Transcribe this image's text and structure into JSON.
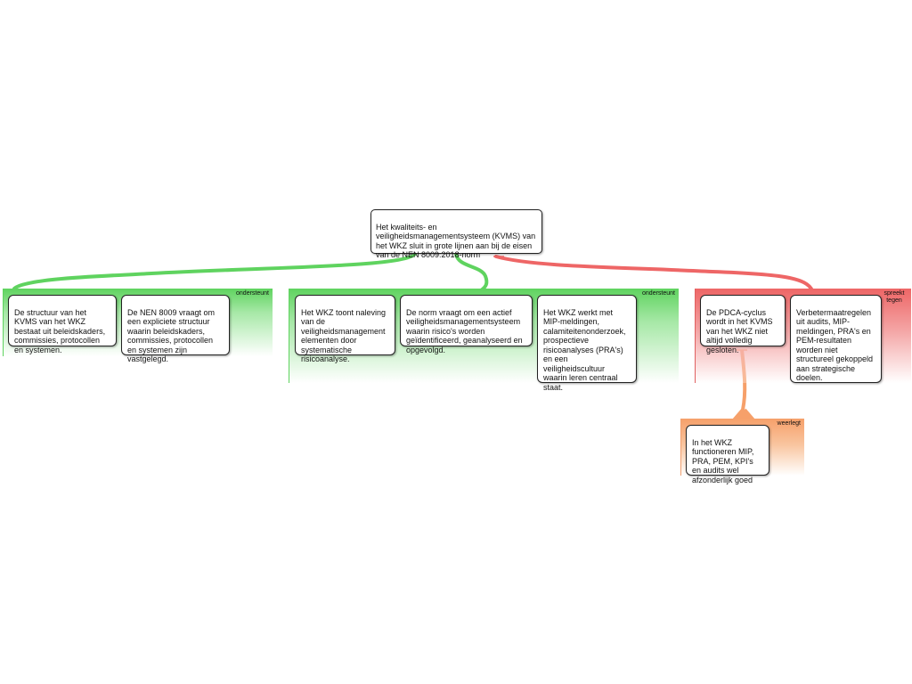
{
  "diagram": {
    "central_claim": "Het kwaliteits- en veiligheidsmanagementsysteem (KVMS) van het WKZ sluit in grote lijnen aan bij de eisen van de NEN 8009:2018-norm",
    "groups": [
      {
        "relation": "ondersteunt",
        "color": "#5fd35f",
        "items": [
          "De structuur van het KVMS van het WKZ bestaat uit beleidskaders, commissies, protocollen en systemen.",
          "De NEN 8009 vraagt om een expliciete structuur waarin beleidskaders, commissies, protocollen en systemen zijn vastgelegd."
        ]
      },
      {
        "relation": "ondersteunt",
        "color": "#5fd35f",
        "items": [
          "Het WKZ toont naleving van de veiligheidsmanagement elementen door systematische risicoanalyse.",
          "De norm vraagt om een actief veiligheidsmanagementsysteem waarin risico's worden geïdentificeerd, geanalyseerd en opgevolgd.",
          "Het WKZ werkt met MIP-meldingen, calamiteitenonderzoek, prospectieve risicoanalyses (PRA's) en een veiligheidscultuur waarin leren centraal staat."
        ]
      },
      {
        "relation": "spreekt tegen",
        "color": "#ee6666",
        "items": [
          "De PDCA-cyclus wordt in het KVMS van het WKZ niet altijd volledig gesloten.",
          "Verbetermaatregelen uit audits, MIP-meldingen, PRA's en PEM-resultaten worden niet structureel gekoppeld aan strategische doelen."
        ]
      },
      {
        "relation": "weerlegt",
        "color": "#f6a06a",
        "items": [
          "In het WKZ functioneren MIP, PRA, PEM, KPI's en audits wel afzonderlijk goed"
        ]
      }
    ]
  }
}
